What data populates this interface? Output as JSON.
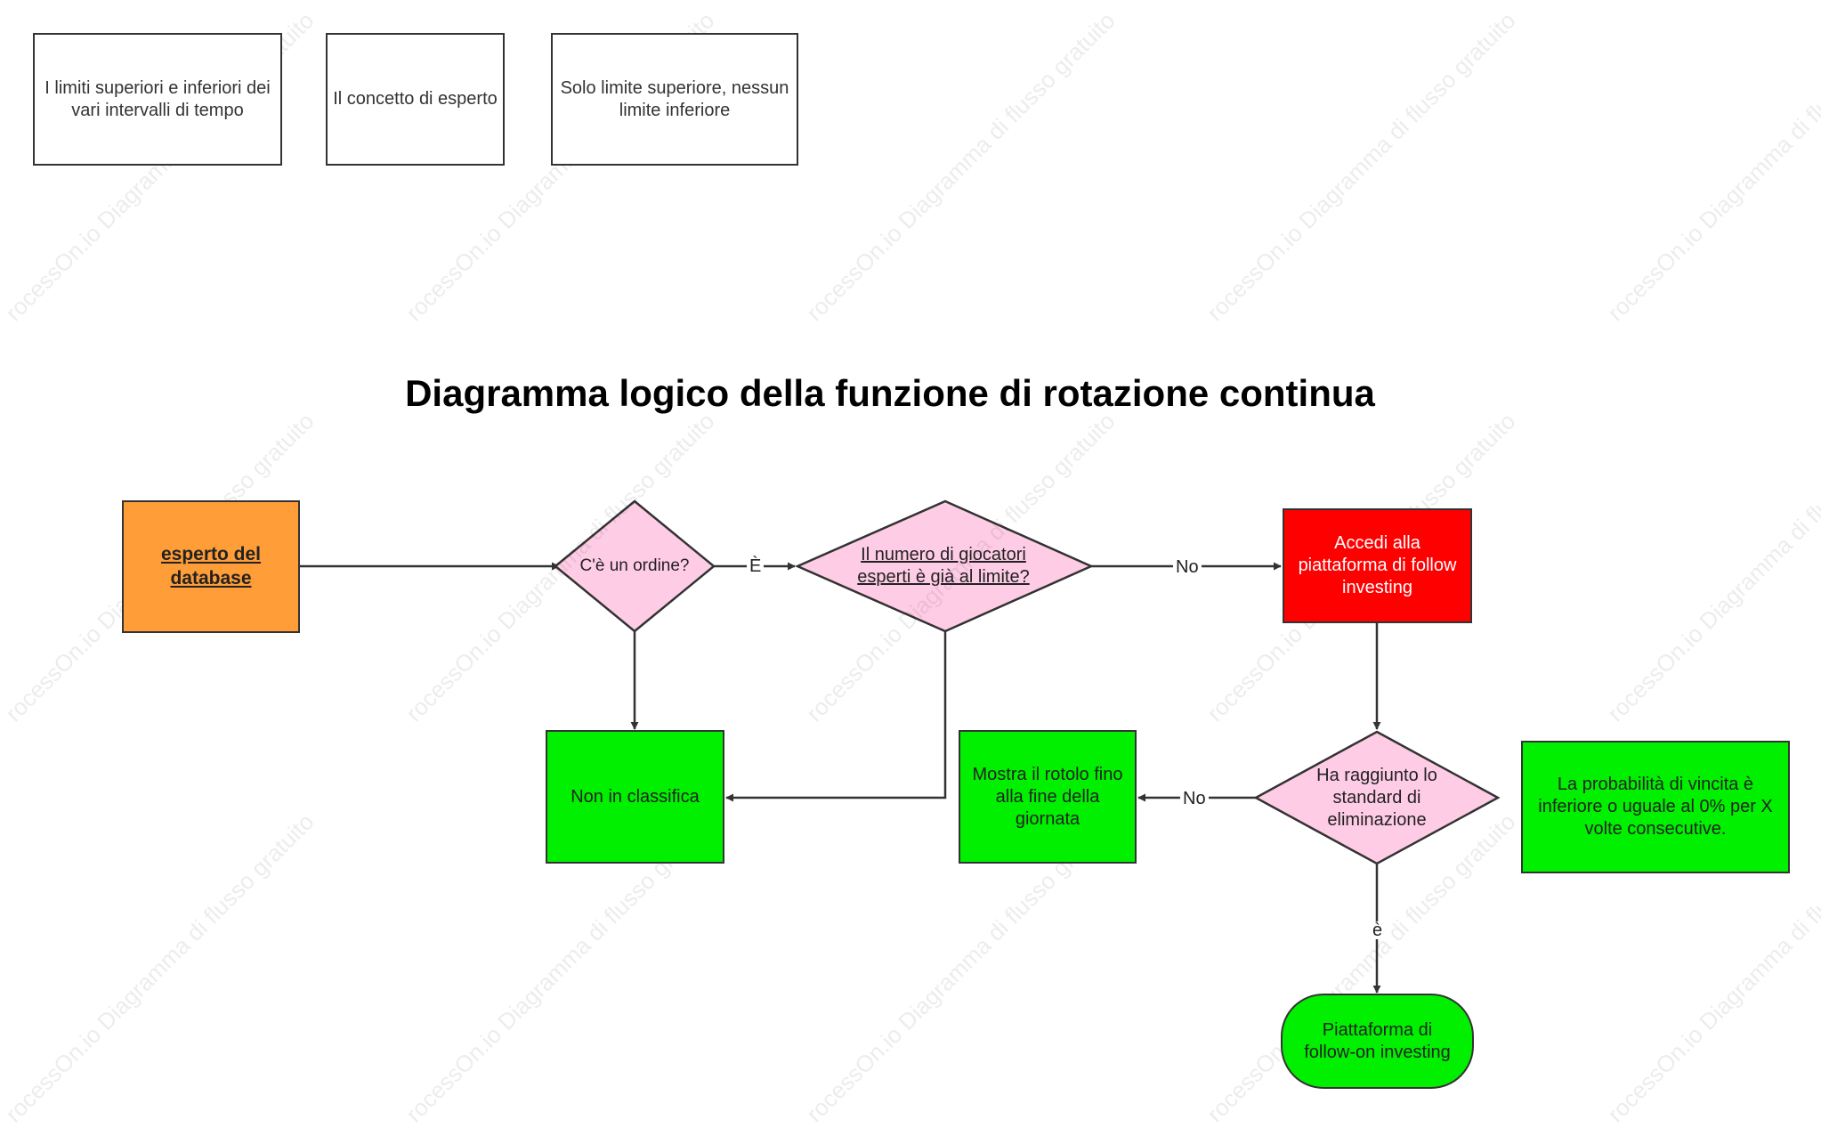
{
  "watermark_text": "rocessOn.io Diagramma di flusso gratuito",
  "title": "Diagramma logico della funzione di rotazione continua",
  "legend": [
    "I limiti superiori e inferiori dei vari intervalli di tempo",
    "Il concetto di esperto",
    "Solo limite superiore, nessun limite inferiore"
  ],
  "nodes": {
    "database_expert": "esperto del database",
    "has_order": "C'è un ordine?",
    "players_limit": "Il numero di giocatori esperti è già al limite?",
    "access_platform": "Accedi alla piattaforma di follow investing",
    "elimination": "Ha raggiunto lo standard di eliminazione",
    "not_ranked": "Non in classifica",
    "show_roll": "Mostra il rotolo fino alla fine della giornata",
    "win_prob": "La probabilità di vincita è inferiore o uguale al 0% per X volte consecutive.",
    "follow_platform": "Piattaforma di follow-on investing"
  },
  "edge_labels": {
    "is_yes": "È",
    "no_1": "No",
    "no_2": "No",
    "is_lower": "è"
  },
  "colors": {
    "orange": "#ff9d38",
    "pink": "#ffcce6",
    "red": "#ff0000",
    "green": "#00f000",
    "stroke": "#333333"
  }
}
